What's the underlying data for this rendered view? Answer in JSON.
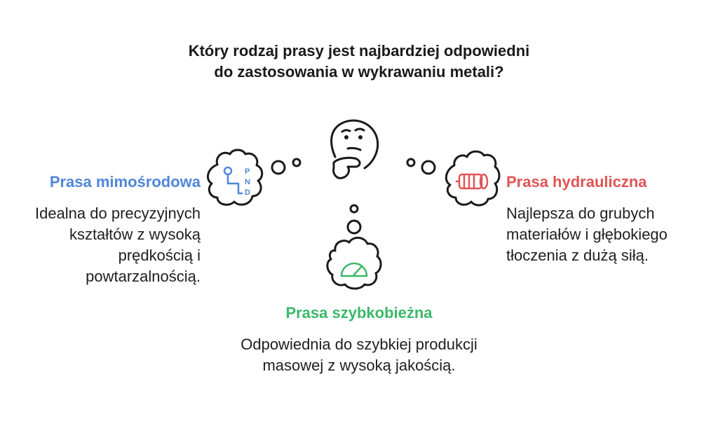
{
  "title": "Który rodzaj prasy jest najbardziej odpowiedni do zastosowania w wykrawaniu metali?",
  "colors": {
    "left_heading": "#4f86d9",
    "right_heading": "#e05456",
    "bottom_heading": "#3cb86a",
    "stroke": "#1a1a1a"
  },
  "options": {
    "left": {
      "heading": "Prasa mimośrodowa",
      "description": "Idealna do precyzyjnych kształtów z wysoką prędkością i powtarzalnością.",
      "icon": "gear-shifter-icon",
      "icon_letters": [
        "P",
        "N",
        "D"
      ]
    },
    "right": {
      "heading": "Prasa hydrauliczna",
      "description": "Najlepsza do grubych materiałów i głębokiego tłoczenia z dużą siłą.",
      "icon": "hydraulic-cylinder-icon"
    },
    "bottom": {
      "heading": "Prasa szybkobieżna",
      "description": "Odpowiednia do szybkiej produkcji masowej z wysoką jakością.",
      "icon": "speedometer-icon"
    }
  },
  "center_icon": "thinking-face-icon"
}
